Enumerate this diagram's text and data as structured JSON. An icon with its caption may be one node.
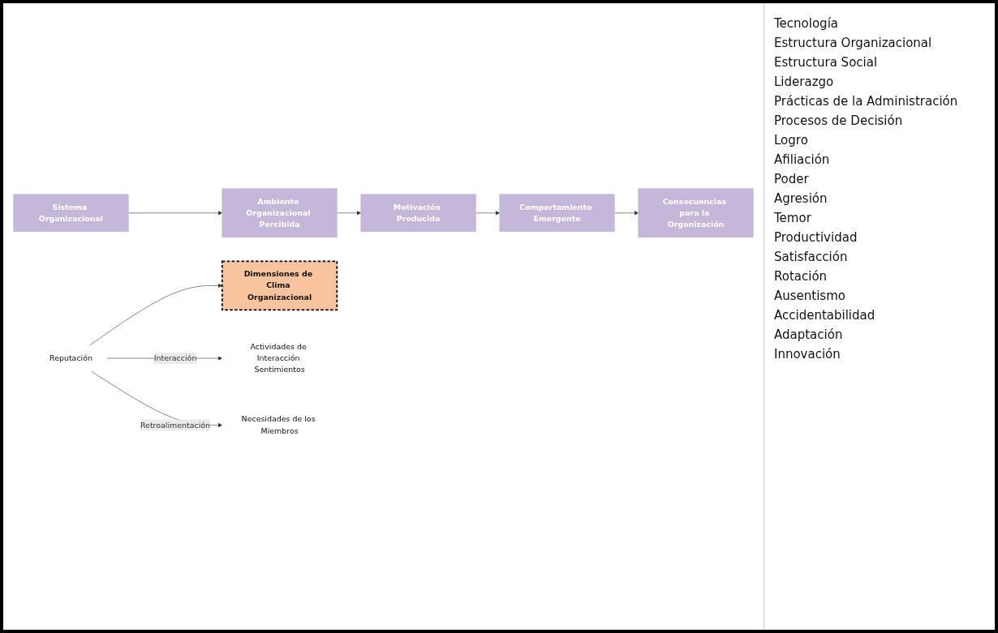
{
  "diagram": {
    "nodes": [
      {
        "text": [
          "Sistema Organizacional"
        ]
      },
      {
        "text": [
          "Ambiente Organizacional Percibida"
        ]
      },
      {
        "text": [
          "Motivación Producida"
        ]
      },
      {
        "text": [
          "Comportamiento Emergente"
        ]
      },
      {
        "text": [
          "Consecuencias para la Organización"
        ]
      },
      {
        "text": [
          "Dimensiones de Clima Organizacional"
        ]
      },
      {
        "text": [
          "Actividades de Interacción Sentimientos"
        ]
      },
      {
        "text": [
          "Reputación"
        ]
      },
      {
        "text": [
          "Necesidades de los Miembros"
        ]
      }
    ],
    "edges": [
      {
        "from": 0,
        "to": 1,
        "arrow": "to"
      },
      {
        "from": 1,
        "to": 2,
        "arrow": "to"
      },
      {
        "from": 2,
        "to": 3,
        "arrow": "to"
      },
      {
        "from": 3,
        "to": 4,
        "arrow": "to"
      },
      {
        "from": 7,
        "to": 8,
        "arrow": "to",
        "label": "Retroalimentación"
      },
      {
        "from": 7,
        "to": 5,
        "arrow": "to"
      },
      {
        "from": 7,
        "to": 6,
        "arrow": "to",
        "label": "Interacción"
      }
    ],
    "labels": [
      "Tecnología",
      "Estructura Organizacional",
      "Estructura Social",
      "Liderazgo",
      "Prácticas de la Administración",
      "Procesos de Decisión",
      "Logro",
      "Afiliación",
      "Poder",
      "Agresión",
      "Temor",
      "Productividad",
      "Satisfacción",
      "Rotación",
      "Ausentismo",
      "Accidentabilidad",
      "Adaptación",
      "Innovación"
    ]
  }
}
